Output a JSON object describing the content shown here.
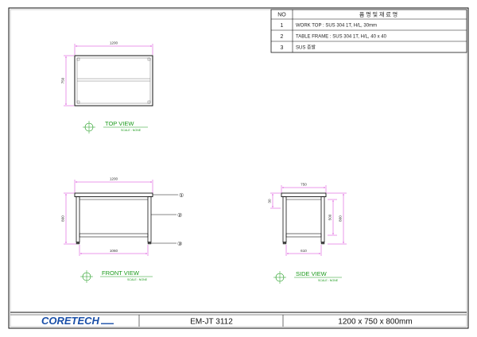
{
  "bom": {
    "header_no": "NO",
    "header_desc": "품  명  및  재 료 명",
    "rows": [
      {
        "no": "1",
        "desc": "WORK TOP : SUS 304 1T, H/L, 30mm"
      },
      {
        "no": "2",
        "desc": "TABLE FRAME : SUS 304 1T, H/L, 40 x 40"
      },
      {
        "no": "3",
        "desc": "SUS 종발"
      }
    ]
  },
  "top_view": {
    "title": "TOP VIEW",
    "scale": "SCALE : NONE",
    "width_dim": "1200",
    "depth_dim": "750"
  },
  "front_view": {
    "title": "FRONT VIEW",
    "scale": "SCALE : NONE",
    "width_dim": "1200",
    "height_dim": "800",
    "inner_dim": "1060",
    "balloons": [
      "①",
      "②",
      "③"
    ]
  },
  "side_view": {
    "title": "SIDE VIEW",
    "scale": "SCALE : NONE",
    "width_dim": "750",
    "top_thk_dim": "30",
    "shelf_dim": "500",
    "height_dim": "800",
    "inner_dim": "610"
  },
  "title_block": {
    "logo": "CORETECH",
    "model": "EM-JT 3112",
    "size": "1200 x 750 x 800mm"
  },
  "colors": {
    "view_title": "#1a9a1a",
    "dimension": "#cc00cc",
    "logo": "#1a4fa8"
  }
}
